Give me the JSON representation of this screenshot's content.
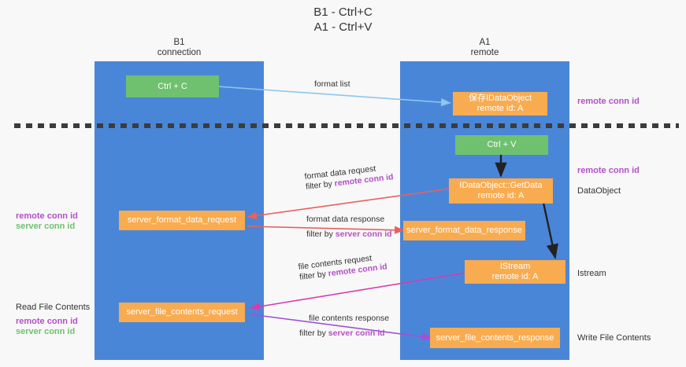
{
  "title": {
    "line1": "B1 - Ctrl+C",
    "line2": "A1 - Ctrl+V"
  },
  "lanes": [
    {
      "id": "b1",
      "name": "B1",
      "role": "connection"
    },
    {
      "id": "a1",
      "name": "A1",
      "role": "remote"
    }
  ],
  "nodes": {
    "ctrl_c": {
      "label": "Ctrl + C"
    },
    "save_idataobject": {
      "line1": "保存IDataObject",
      "line2": "remote id: A"
    },
    "ctrl_v": {
      "label": "Ctrl + V"
    },
    "idataobject_getdata": {
      "line1": "IDataObject::GetData",
      "line2": "remote id: A"
    },
    "server_format_data_request": {
      "label": "server_format_data_request"
    },
    "server_format_data_response": {
      "label": "server_format_data_response"
    },
    "istream": {
      "line1": "IStream",
      "line2": "remote id: A"
    },
    "server_file_contents_request": {
      "label": "server_file_contents_request"
    },
    "server_file_contents_response": {
      "label": "server_file_contents_response"
    }
  },
  "edge_labels": {
    "format_list": "format list",
    "format_data_request": "format data request",
    "format_data_request_filter_prefix": "filter by ",
    "format_data_request_filter_key": "remote conn id",
    "format_data_response": "format data response",
    "format_data_response_filter_prefix": "filter by ",
    "format_data_response_filter_key": "server conn id",
    "file_contents_request": "file contents request",
    "file_contents_request_filter_prefix": "filter by ",
    "file_contents_request_filter_key": "remote conn id",
    "file_contents_response": "file contents response",
    "file_contents_response_filter_prefix": "filter by ",
    "file_contents_response_filter_key": "server conn id"
  },
  "annotations": {
    "left_mid_remote": "remote conn id",
    "left_mid_server": "server conn id",
    "left_read_file_contents": "Read File Contents",
    "left_bottom_remote": "remote conn id",
    "left_bottom_server": "server conn id",
    "right_top_remote": "remote conn id",
    "right_mid_remote": "remote conn id",
    "right_dataobject": "DataObject",
    "right_istream": "Istream",
    "right_write_file_contents": "Write File Contents"
  },
  "colors": {
    "lane": "#4a86d8",
    "node_green": "#6fc16f",
    "node_orange": "#f9ab50",
    "accent_purple": "#b44fc8",
    "accent_green": "#6fc16f",
    "arrow_lightblue": "#aad4f0",
    "arrow_red": "#e8605f",
    "arrow_magenta": "#d63bb0",
    "arrow_violet": "#a44fd8",
    "arrow_black": "#222222",
    "divider": "#3c3c3c",
    "background": "#f8f8f8"
  }
}
